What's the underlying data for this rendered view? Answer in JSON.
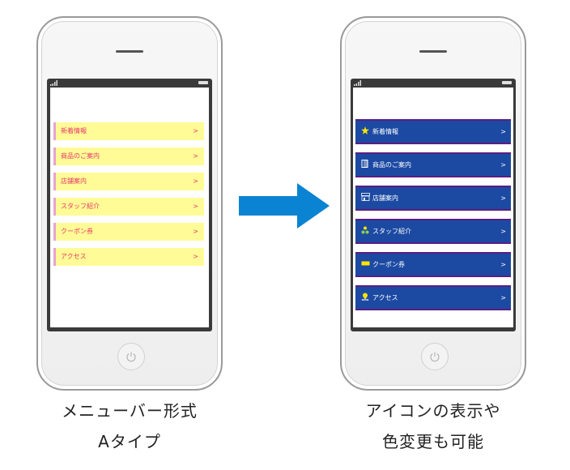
{
  "phone_a": {
    "menu": [
      {
        "label": "新着情報",
        "chevron": ">"
      },
      {
        "label": "商品のご案内",
        "chevron": ">"
      },
      {
        "label": "店舗案内",
        "chevron": ">"
      },
      {
        "label": "スタッフ紹介",
        "chevron": ">"
      },
      {
        "label": "クーポン券",
        "chevron": ">"
      },
      {
        "label": "アクセス",
        "chevron": ">"
      }
    ],
    "colors": {
      "item_bg": "#fffb96",
      "item_text": "#e83a6d",
      "accent": "#e7a3d0"
    }
  },
  "phone_b": {
    "menu": [
      {
        "label": "新着情報",
        "chevron": ">",
        "icon": "star-icon"
      },
      {
        "label": "商品のご案内",
        "chevron": ">",
        "icon": "book-icon"
      },
      {
        "label": "店舗案内",
        "chevron": ">",
        "icon": "store-icon"
      },
      {
        "label": "スタッフ紹介",
        "chevron": ">",
        "icon": "staff-icon"
      },
      {
        "label": "クーポン券",
        "chevron": ">",
        "icon": "coupon-icon"
      },
      {
        "label": "アクセス",
        "chevron": ">",
        "icon": "map-pin-icon"
      }
    ],
    "colors": {
      "item_bg": "#1c4aa2",
      "item_border": "#5a1e80",
      "item_text": "#ffffff"
    }
  },
  "captions": {
    "left_line1": "メニューバー形式",
    "left_line2": "Aタイプ",
    "right_line1": "アイコンの表示や",
    "right_line2": "色変更も可能"
  },
  "arrow_color": "#0a84d2"
}
